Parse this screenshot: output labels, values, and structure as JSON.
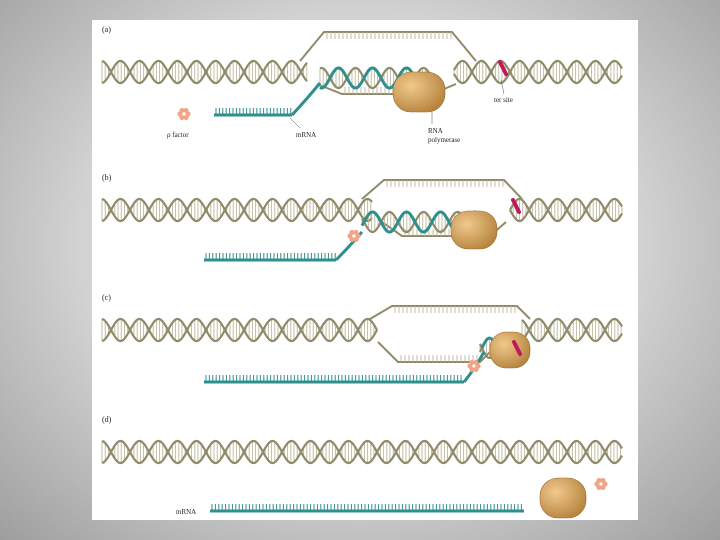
{
  "panels": [
    {
      "label": "(a)"
    },
    {
      "label": "(b)"
    },
    {
      "label": "(c)"
    },
    {
      "label": "(d)"
    }
  ],
  "labels": {
    "rho_factor": "ρ factor",
    "mrna": "mRNA",
    "rna_polymerase_line1": "RNA",
    "rna_polymerase_line2": "polymerase",
    "ter_site": "ter site",
    "mrna_released": "mRNA"
  },
  "colors": {
    "dna_strand": "#8f8a6a",
    "dna_rung": "#bdb79a",
    "rna": "#2f8f8c",
    "polymerase": "#d4a258",
    "ter_site": "#c2185b",
    "rho": "#f0a488"
  }
}
